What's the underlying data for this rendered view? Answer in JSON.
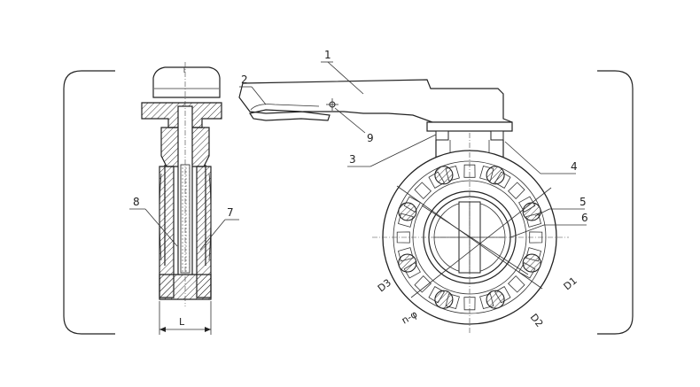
{
  "drawing": {
    "part_labels": [
      "1",
      "2",
      "3",
      "4",
      "5",
      "6",
      "7",
      "8",
      "9"
    ],
    "dimension_labels": {
      "length": "L",
      "d1": "D1",
      "d2": "D2",
      "d3": "D3",
      "bolt_holes": "n-φ"
    }
  }
}
